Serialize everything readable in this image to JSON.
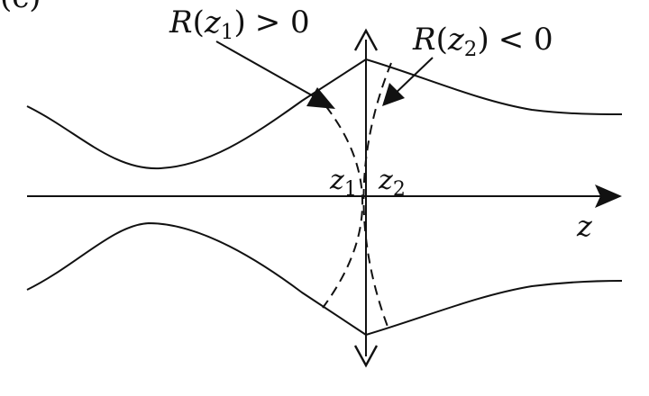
{
  "panel_label": "(c)",
  "annotations": {
    "left": {
      "fn": "R",
      "var": "z",
      "sub": "1",
      "rel": "> 0"
    },
    "right": {
      "fn": "R",
      "var": "z",
      "sub": "2",
      "rel": "< 0"
    }
  },
  "position_labels": {
    "z1": {
      "var": "z",
      "sub": "1"
    },
    "z2": {
      "var": "z",
      "sub": "2"
    }
  },
  "axis_label": "z",
  "colors": {
    "stroke": "#111111",
    "background": "#ffffff"
  }
}
